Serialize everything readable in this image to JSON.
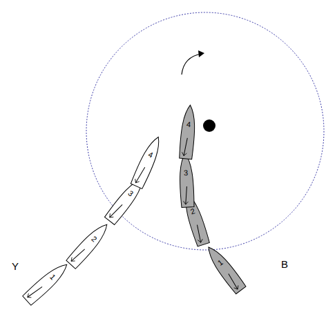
{
  "diagram": {
    "labels": [
      "Y",
      "B",
      "1",
      "2",
      "3",
      "4",
      "1",
      "2",
      "3",
      "4"
    ]
  }
}
